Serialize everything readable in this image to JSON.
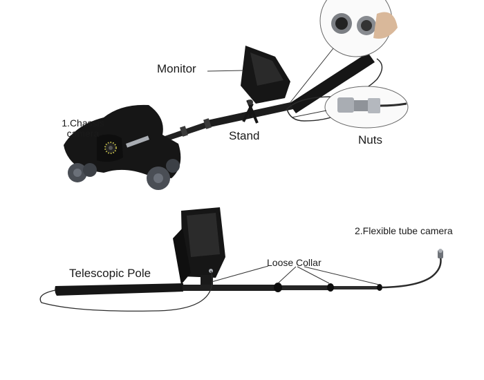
{
  "labels": {
    "monitor": "Monitor",
    "stand": "Stand",
    "nuts": "Nuts",
    "chassis_line1": "1.Chassis",
    "chassis_line2": "camera",
    "flexible_tube": "2.Flexible tube camera",
    "telescopic_pole": "Telescopic Pole",
    "loose_collar": "Loose Collar"
  },
  "colors": {
    "device": "#161616",
    "wheel": "#4a4e55",
    "metal": "#a9adb3",
    "cable": "#2b2b2b",
    "leader": "#333333"
  }
}
